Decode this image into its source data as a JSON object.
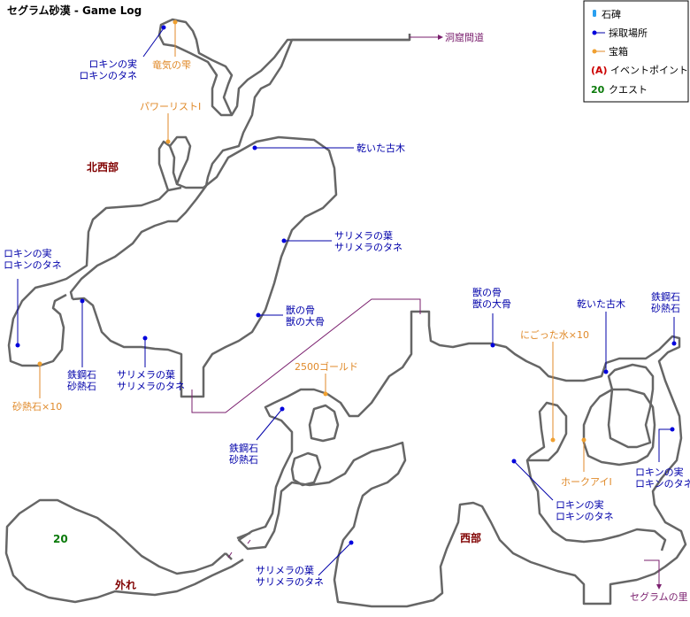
{
  "title": "セグラム砂漠 - Game Log",
  "colors": {
    "gather": "#0000aa",
    "treasure": "#e08a2a",
    "exit": "#7a1f6e",
    "region": "#800000",
    "quest": "#0a7a0a",
    "wall": "#666666"
  },
  "legend": {
    "stone": "石碑",
    "gather": "採取場所",
    "treasure": "宝箱",
    "event_mark": "(A)",
    "event": "イベントポイント",
    "quest_mark": "20",
    "quest": "クエスト"
  },
  "regions": {
    "north_west": "北西部",
    "west": "西部",
    "outskirts": "外れ"
  },
  "exits": {
    "cave_path": "洞窟間道",
    "village": "セグラムの里"
  },
  "quest_markers": [
    "20"
  ],
  "gather_labels": {
    "g1": [
      "ロキンの実",
      "ロキンのタネ"
    ],
    "g2": [
      "乾いた古木"
    ],
    "g3": [
      "サリメラの葉",
      "サリメラのタネ"
    ],
    "g4": [
      "ロキンの実",
      "ロキンのタネ"
    ],
    "g5": [
      "獣の骨",
      "獣の大骨"
    ],
    "g6": [
      "鉄鋼石",
      "砂熱石"
    ],
    "g7": [
      "サリメラの葉",
      "サリメラのタネ"
    ],
    "g8": [
      "鉄鋼石",
      "砂熱石"
    ],
    "g9": [
      "獣の骨",
      "獣の大骨"
    ],
    "g10": [
      "乾いた古木"
    ],
    "g11": [
      "鉄鋼石",
      "砂熱石"
    ],
    "g12": [
      "ロキンの実",
      "ロキンのタネ"
    ],
    "g13": [
      "ロキンの実",
      "ロキンのタネ"
    ],
    "g14": [
      "サリメラの葉",
      "サリメラのタネ"
    ]
  },
  "treasure_labels": {
    "t1": "竜気の雫",
    "t2": "パワーリストI",
    "t3": "砂熱石×10",
    "t4": "2500ゴールド",
    "t5": "にごった水×10",
    "t6": "ホークアイI"
  }
}
